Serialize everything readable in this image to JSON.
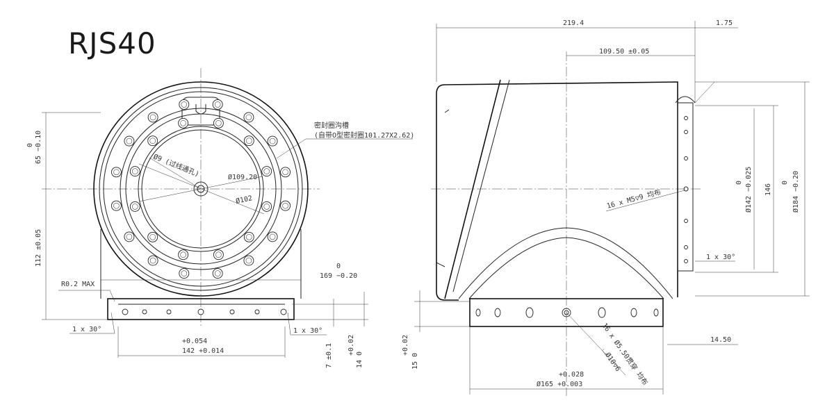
{
  "title": "RJS40",
  "front_view": {
    "dims": {
      "height_65": "65 −0.10",
      "height_65_upper": "0",
      "height_112": "112 ±0.05",
      "width_169": "169 −0.20",
      "width_169_upper": "0",
      "width_142": "142 +0.014",
      "width_142_upper": "+0.054",
      "radius": "R0.2 MAX",
      "chamfer_left": "1 x 30°",
      "chamfer_right": "1 x 30°",
      "base_7": "7 ±0.1",
      "base_14": "14 0",
      "base_14_upper": "+0.02",
      "hole_d9": "Ø9 (过线通孔)",
      "d109": "Ø109.20",
      "d102": "Ø102"
    },
    "seal_note_line1": "密封圈沟槽",
    "seal_note_line2": "(自带O型密封圈101.27X2.62)"
  },
  "side_view": {
    "dims": {
      "len_219": "219.4",
      "gap_175": "1.75",
      "len_109": "109.50 ±0.05",
      "d142": "Ø142 −0.025",
      "d142_upper": "0",
      "d146": "146",
      "d184": "Ø184 −0.20",
      "d184_upper": "0",
      "thread_note": "16 x M5▽9 均布",
      "chamfer": "1 x 30°",
      "len_1450": "14.50",
      "base_15": "15 0",
      "base_15_upper": "+0.02",
      "d165": "Ø165 +0.003",
      "d165_upper": "+0.028",
      "holes_note_1": "16 x Ø5.50贯穿 均布",
      "holes_note_2": "⌴Ø10▽6"
    }
  }
}
